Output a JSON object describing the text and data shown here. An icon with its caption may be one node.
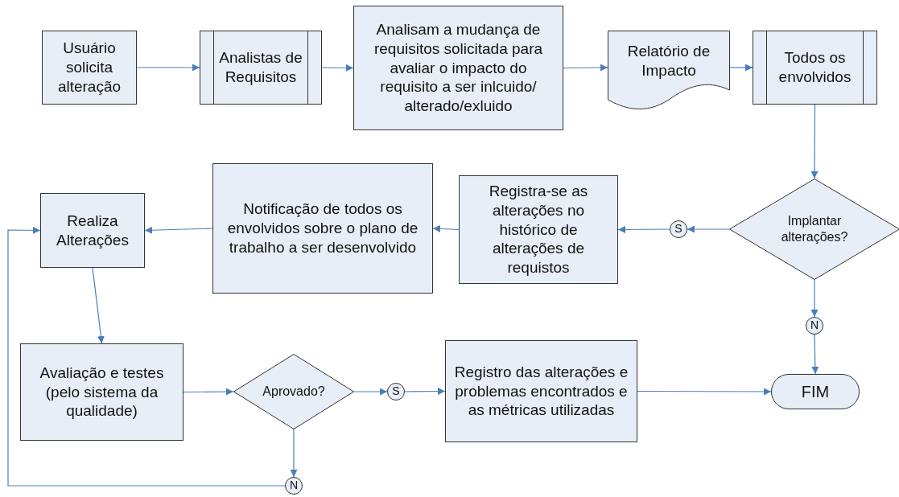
{
  "diagram": {
    "nodes": [
      {
        "text": [
          "Usuário solicita alteração"
        ]
      },
      {
        "text": [
          "Analistas de Requisitos"
        ]
      },
      {
        "text": [
          "Analisam a mudança de requisitos solicitada para avaliar o impacto do requisito a ser inlcuido/ alterado/exluido"
        ]
      },
      {
        "text": [
          "Relatório de Impacto"
        ]
      },
      {
        "text": [
          "Todos os envolvidos"
        ]
      },
      {
        "text": [
          "Realiza Alterações"
        ]
      },
      {
        "text": [
          "Notificação de todos os envolvidos sobre o plano de trabalho a ser desenvolvido"
        ]
      },
      {
        "text": [
          "Registra-se as alterações no histórico de alterações de requistos"
        ]
      },
      {
        "text": [
          "S"
        ]
      },
      {
        "text": [
          "Implantar alterações?"
        ]
      },
      {
        "text": [
          "N"
        ]
      },
      {
        "text": [
          "Avaliação e testes (pelo sistema da qualidade)"
        ]
      },
      {
        "text": [
          "Aprovado?"
        ]
      },
      {
        "text": [
          "S"
        ]
      },
      {
        "text": [
          "Registro das alterações e problemas encontrados e as métricas utilizadas"
        ]
      },
      {
        "text": [
          "FIM"
        ]
      },
      {
        "text": [
          "N"
        ]
      }
    ],
    "edges": [
      {
        "from": 0,
        "to": 1,
        "arrow": "to"
      },
      {
        "from": 1,
        "to": 2,
        "arrow": "to"
      },
      {
        "from": 2,
        "to": 3,
        "arrow": "to"
      },
      {
        "from": 3,
        "to": 4,
        "arrow": "to"
      },
      {
        "from": 4,
        "to": 9,
        "arrow": "to"
      },
      {
        "from": 9,
        "to": 8,
        "arrow": "to"
      },
      {
        "from": 8,
        "to": 7,
        "arrow": "to"
      },
      {
        "from": 7,
        "to": 6,
        "arrow": "to"
      },
      {
        "from": 6,
        "to": 5,
        "arrow": "to"
      },
      {
        "from": 5,
        "to": 11,
        "arrow": "to"
      },
      {
        "from": 11,
        "to": 12,
        "arrow": "to"
      },
      {
        "from": 12,
        "to": 13,
        "arrow": "to"
      },
      {
        "from": 13,
        "to": 14,
        "arrow": "to"
      },
      {
        "from": 14,
        "to": 15,
        "arrow": "to"
      },
      {
        "from": 9,
        "to": 10,
        "arrow": "to"
      },
      {
        "from": 10,
        "to": 15,
        "arrow": "to"
      },
      {
        "from": 12,
        "to": 16,
        "arrow": "to"
      },
      {
        "from": 16,
        "to": 5,
        "arrow": "to"
      }
    ]
  }
}
